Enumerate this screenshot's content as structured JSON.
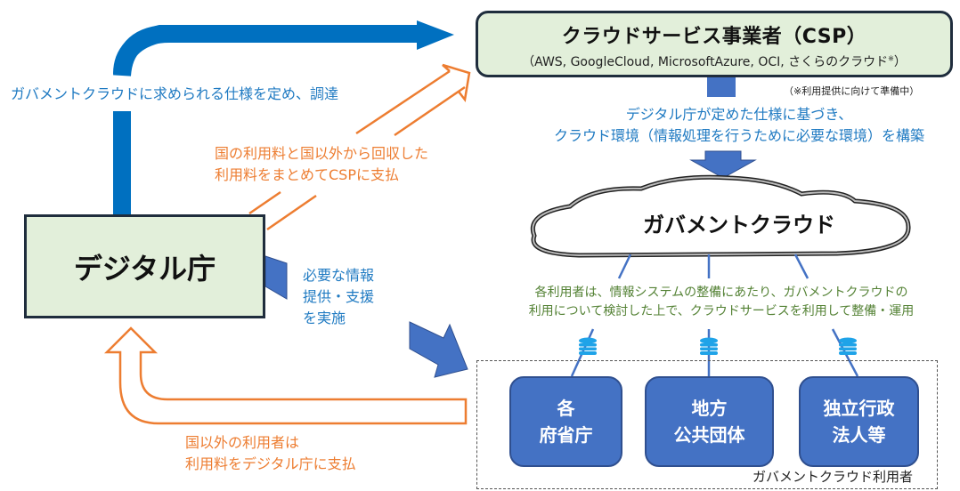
{
  "csp": {
    "title": "クラウドサービス事業者（CSP）",
    "subtitle": "（AWS, GoogleCloud, MicrosoftAzure, OCI, さくらのクラウド",
    "subtitle_mark": "※",
    "subtitle_close": "）",
    "note": "（※利用提供に向けて準備中）"
  },
  "flows": {
    "procurement": "ガバメントクラウドに求められる仕様を定め、調達",
    "pay_to_csp": [
      "国の利用料と国以外から回収した",
      "利用料をまとめてCSPに支払"
    ],
    "build": [
      "デジタル庁が定めた仕様に基づき、",
      "クラウド環境（情報処理を行うために必要な環境）を構築"
    ],
    "support": [
      "必要な情報",
      "提供・支援",
      "を実施"
    ],
    "pay_to_digital": [
      "国以外の利用者は",
      "利用料をデジタル庁に支払"
    ]
  },
  "digital_agency": {
    "title": "デジタル庁"
  },
  "gov_cloud": {
    "title": "ガバメントクラウド",
    "users_note": [
      "各利用者は、情報システムの整備にあたり、ガバメントクラウドの",
      "利用について検討した上で、クラウドサービスを利用して整備・運用"
    ]
  },
  "users": {
    "frame_label": "ガバメントクラウド利用者",
    "items": [
      {
        "lines": [
          "各",
          "府省庁"
        ],
        "icon": "database-icon"
      },
      {
        "lines": [
          "地方",
          "公共団体"
        ],
        "icon": "database-icon"
      },
      {
        "lines": [
          "独立行政",
          "法人等"
        ],
        "icon": "database-icon"
      }
    ]
  },
  "colors": {
    "blue_arrow": "#0070c0",
    "shape_blue": "#4472c4",
    "orange": "#ed7d31",
    "box_fill": "#e2efda",
    "text_blue": "#1f7ac2",
    "text_green": "#548235",
    "db_cyan": "#1fa3e8"
  }
}
